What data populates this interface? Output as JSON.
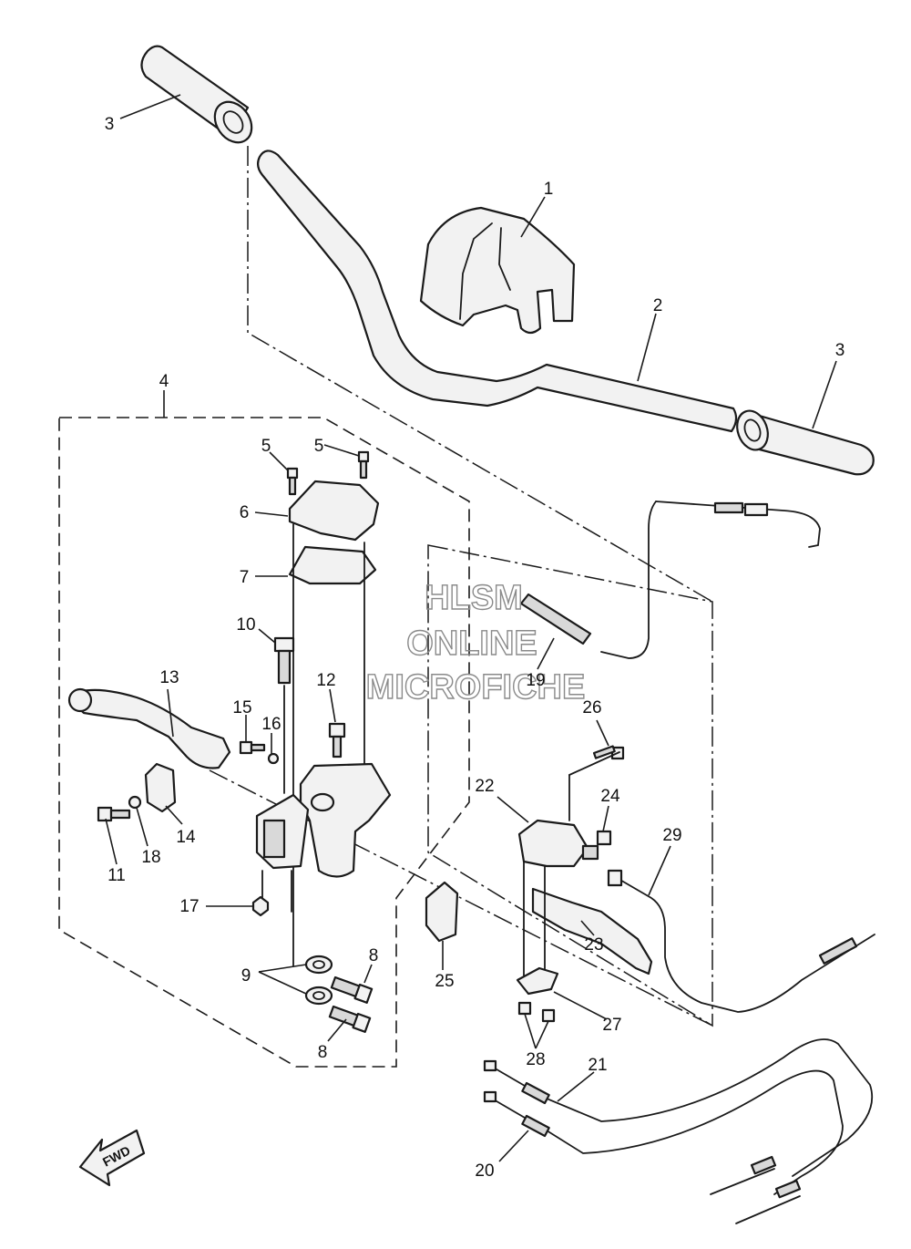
{
  "watermark": {
    "line1": "HLSM",
    "line2": "ONLINE",
    "line3": "MICROFICHE"
  },
  "direction_arrow": "FWD",
  "callouts": [
    "1",
    "2",
    "3",
    "3",
    "4",
    "5",
    "5",
    "6",
    "7",
    "8",
    "8",
    "9",
    "10",
    "11",
    "12",
    "13",
    "14",
    "15",
    "16",
    "17",
    "18",
    "19",
    "20",
    "21",
    "22",
    "23",
    "24",
    "25",
    "26",
    "27",
    "28",
    "29"
  ]
}
